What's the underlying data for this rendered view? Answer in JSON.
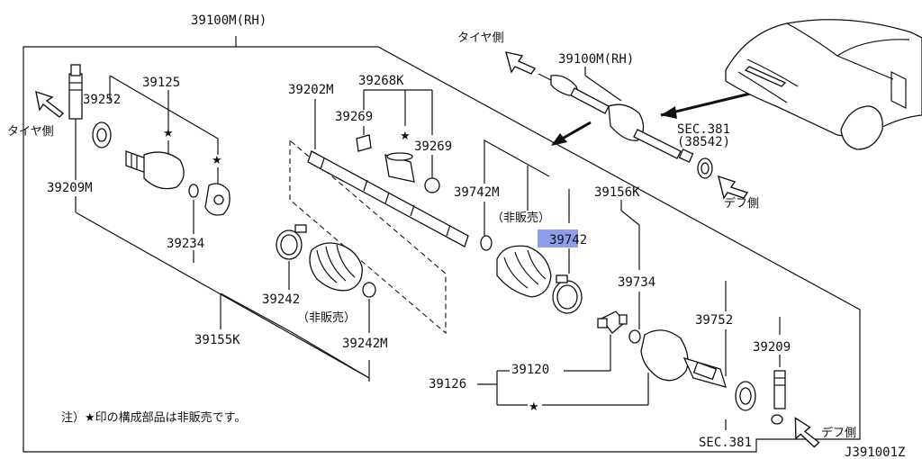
{
  "diagram": {
    "title": "39100M(RH)",
    "direction": {
      "tire_side": "タイヤ側",
      "diff_side": "デフ側"
    },
    "labels": {
      "p39125": "39125",
      "p39252": "39252",
      "p39209m": "39209M",
      "p39234": "39234",
      "p39202m": "39202M",
      "p39268k": "39268K",
      "p39269a": "39269",
      "p39269b": "39269",
      "p39742m": "39742M",
      "not_sold_a": "（非販売）",
      "p39742": "39742",
      "p39156k": "39156K",
      "p39242": "39242",
      "not_sold_b": "（非販売）",
      "p39242m": "39242M",
      "p39155k": "39155K",
      "p39734": "39734",
      "p39752": "39752",
      "p39209": "39209",
      "p39120": "39120",
      "p39126": "39126",
      "inset_title": "39100M(RH)",
      "sec381_ref": "SEC.381",
      "sec381_sub": "(38542)",
      "sec381_bottom": "SEC.381",
      "footnote": "注）★印の構成部品は非販売です。",
      "diagram_id": "J391001Z"
    },
    "star": "★",
    "highlight_color": "#8f9ee9"
  }
}
